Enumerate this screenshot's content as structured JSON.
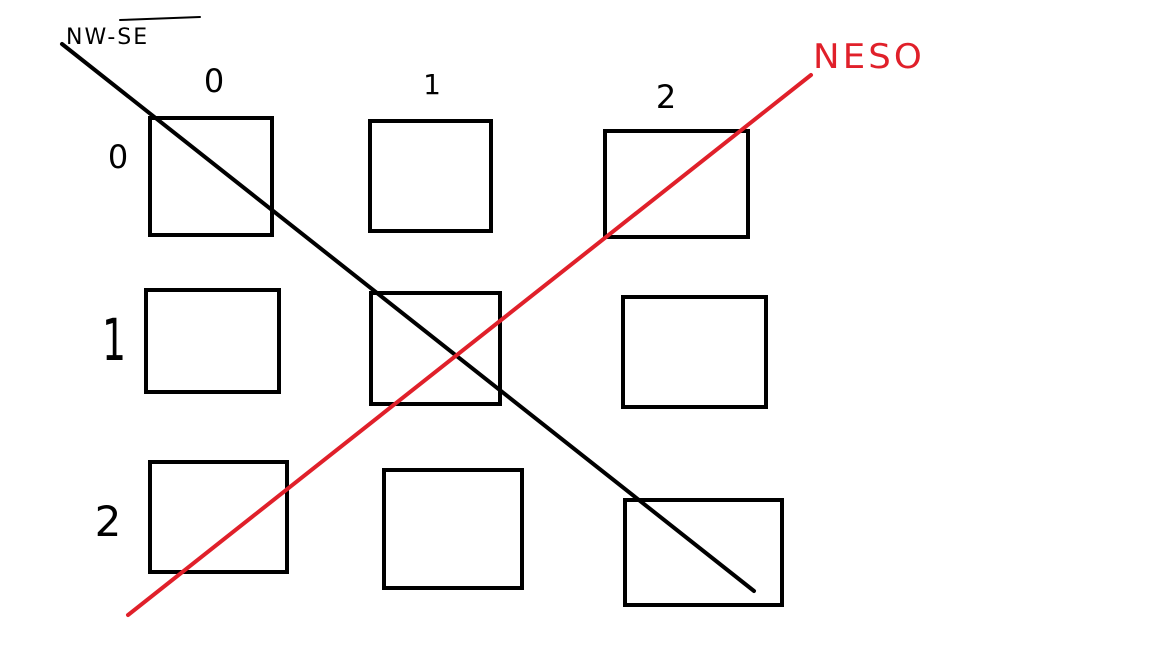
{
  "canvas": {
    "background": "#ffffff"
  },
  "labels": {
    "nw_se": "NW-SE",
    "ne_so": "NESO",
    "columns": [
      "0",
      "1",
      "2"
    ],
    "rows": [
      "0",
      "1",
      "2"
    ]
  },
  "grid": {
    "rows": 3,
    "cols": 3
  },
  "lines": {
    "nw_se": {
      "color": "#000000"
    },
    "ne_so": {
      "color": "#e0202a"
    }
  }
}
